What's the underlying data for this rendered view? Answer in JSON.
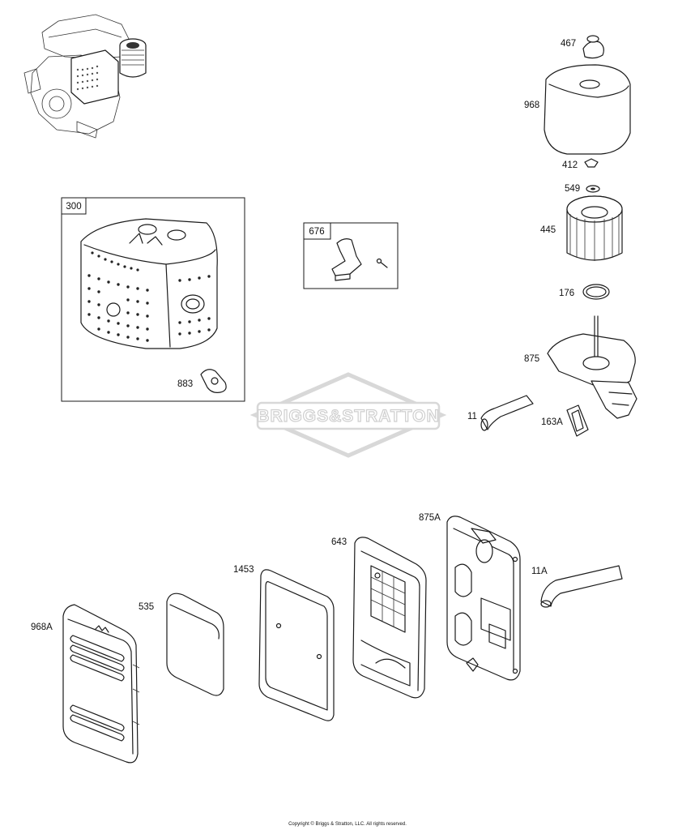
{
  "watermark": "BRIGGS&STRATTON",
  "copyright": "Copyright © Briggs & Stratton, LLC. All rights reserved.",
  "parts": {
    "p300": "300",
    "p676": "676",
    "p883": "883",
    "p467": "467",
    "p968": "968",
    "p412": "412",
    "p549": "549",
    "p445": "445",
    "p176": "176",
    "p875": "875",
    "p11": "11",
    "p163A": "163A",
    "p875A": "875A",
    "p643": "643",
    "p1453": "1453",
    "p535": "535",
    "p968A": "968A",
    "p11A": "11A"
  }
}
